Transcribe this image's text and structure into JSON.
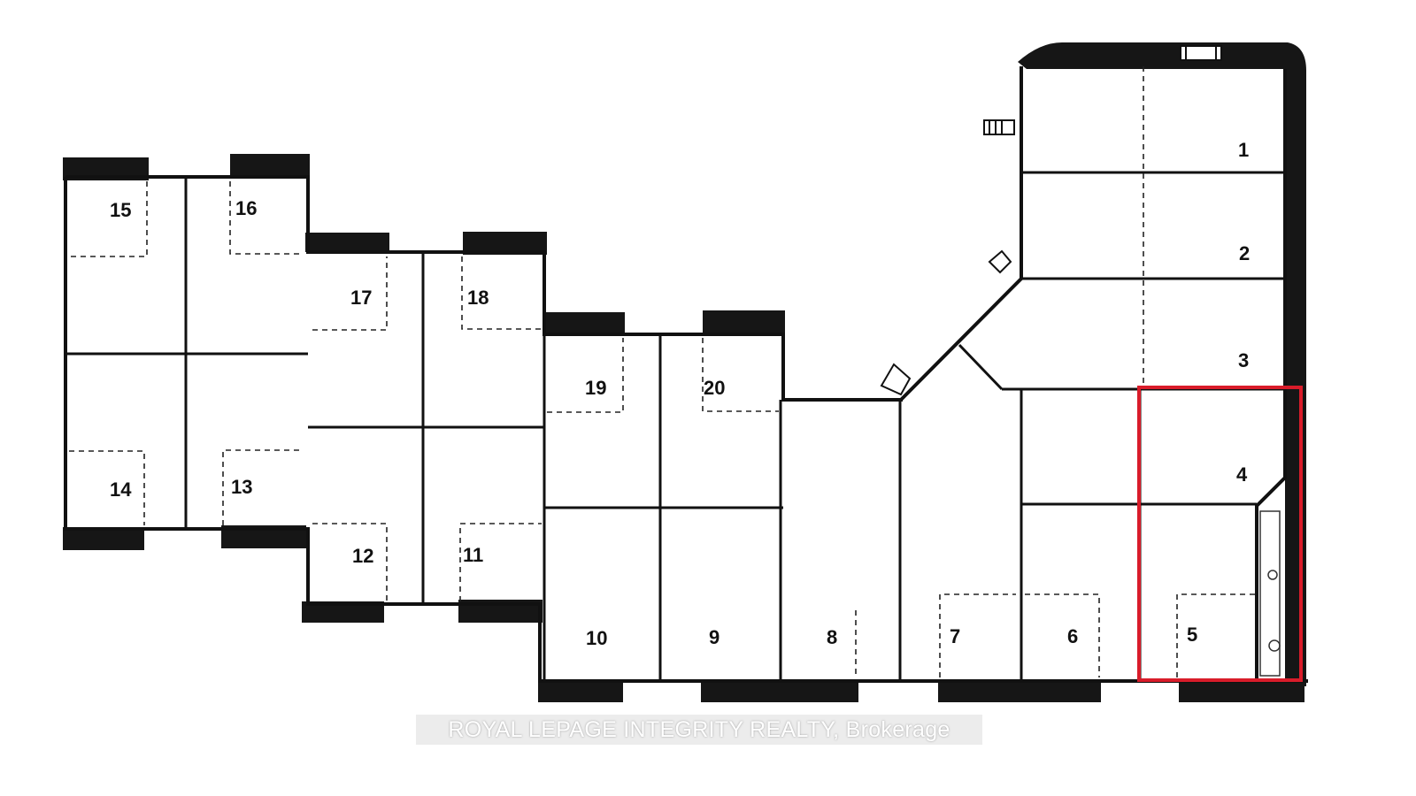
{
  "units": [
    {
      "id": "unit-1",
      "label": "1"
    },
    {
      "id": "unit-2",
      "label": "2"
    },
    {
      "id": "unit-3",
      "label": "3"
    },
    {
      "id": "unit-4",
      "label": "4"
    },
    {
      "id": "unit-5",
      "label": "5"
    },
    {
      "id": "unit-6",
      "label": "6"
    },
    {
      "id": "unit-7",
      "label": "7"
    },
    {
      "id": "unit-8",
      "label": "8"
    },
    {
      "id": "unit-9",
      "label": "9"
    },
    {
      "id": "unit-10",
      "label": "10"
    },
    {
      "id": "unit-11",
      "label": "11"
    },
    {
      "id": "unit-12",
      "label": "12"
    },
    {
      "id": "unit-13",
      "label": "13"
    },
    {
      "id": "unit-14",
      "label": "14"
    },
    {
      "id": "unit-15",
      "label": "15"
    },
    {
      "id": "unit-16",
      "label": "16"
    },
    {
      "id": "unit-17",
      "label": "17"
    },
    {
      "id": "unit-18",
      "label": "18"
    },
    {
      "id": "unit-19",
      "label": "19"
    },
    {
      "id": "unit-20",
      "label": "20"
    }
  ],
  "highlighted_units": [
    "4",
    "5"
  ],
  "highlight_color": "#d91c2a",
  "watermark": "ROYAL LEPAGE INTEGRITY REALTY, Brokerage"
}
